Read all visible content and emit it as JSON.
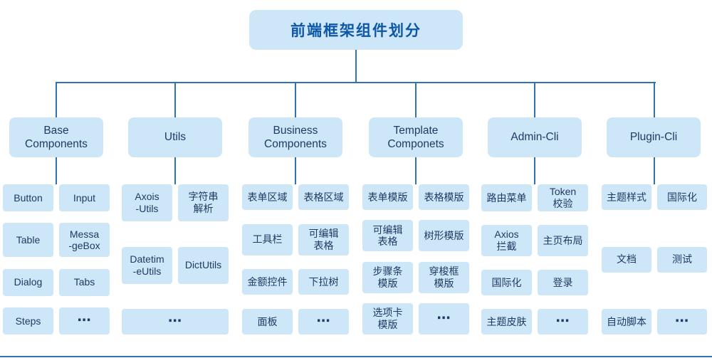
{
  "root": {
    "title": "前端框架组件划分"
  },
  "colors": {
    "accent_line": "#2e74b5",
    "box_fill": "#cde6f8",
    "cell_text": "#1f3a63",
    "title_text": "#0d57a6"
  },
  "columns": [
    {
      "header": "Base\nComponents",
      "cells": [
        "Button",
        "Input",
        "Table",
        "Messa\n-geBox",
        "Dialog",
        "Tabs",
        "Steps",
        "⋯"
      ]
    },
    {
      "header": "Utils",
      "cells": [
        "Axois\n-Utils",
        "字符串\n解析",
        "Datetim\n-eUtils",
        "DictUtils",
        "⋯"
      ]
    },
    {
      "header": "Business\nComponents",
      "cells": [
        "表单区域",
        "表格区域",
        "工具栏",
        "可编辑\n表格",
        "金额控件",
        "下拉树",
        "面板",
        "⋯"
      ]
    },
    {
      "header": "Template\nComponets",
      "cells": [
        "表单模版",
        "表格模版",
        "可编辑\n表格",
        "树形模版",
        "步骤条\n模版",
        "穿梭框\n模版",
        "选项卡\n模版",
        "⋯"
      ]
    },
    {
      "header": "Admin-Cli",
      "cells": [
        "路由菜单",
        "Token\n校验",
        "Axios\n拦截",
        "主页布局",
        "国际化",
        "登录",
        "主题皮肤",
        "⋯"
      ]
    },
    {
      "header": "Plugin-Cli",
      "cells": [
        "主题样式",
        "国际化",
        "文档",
        "测试",
        "自动脚本",
        "⋯"
      ]
    }
  ]
}
